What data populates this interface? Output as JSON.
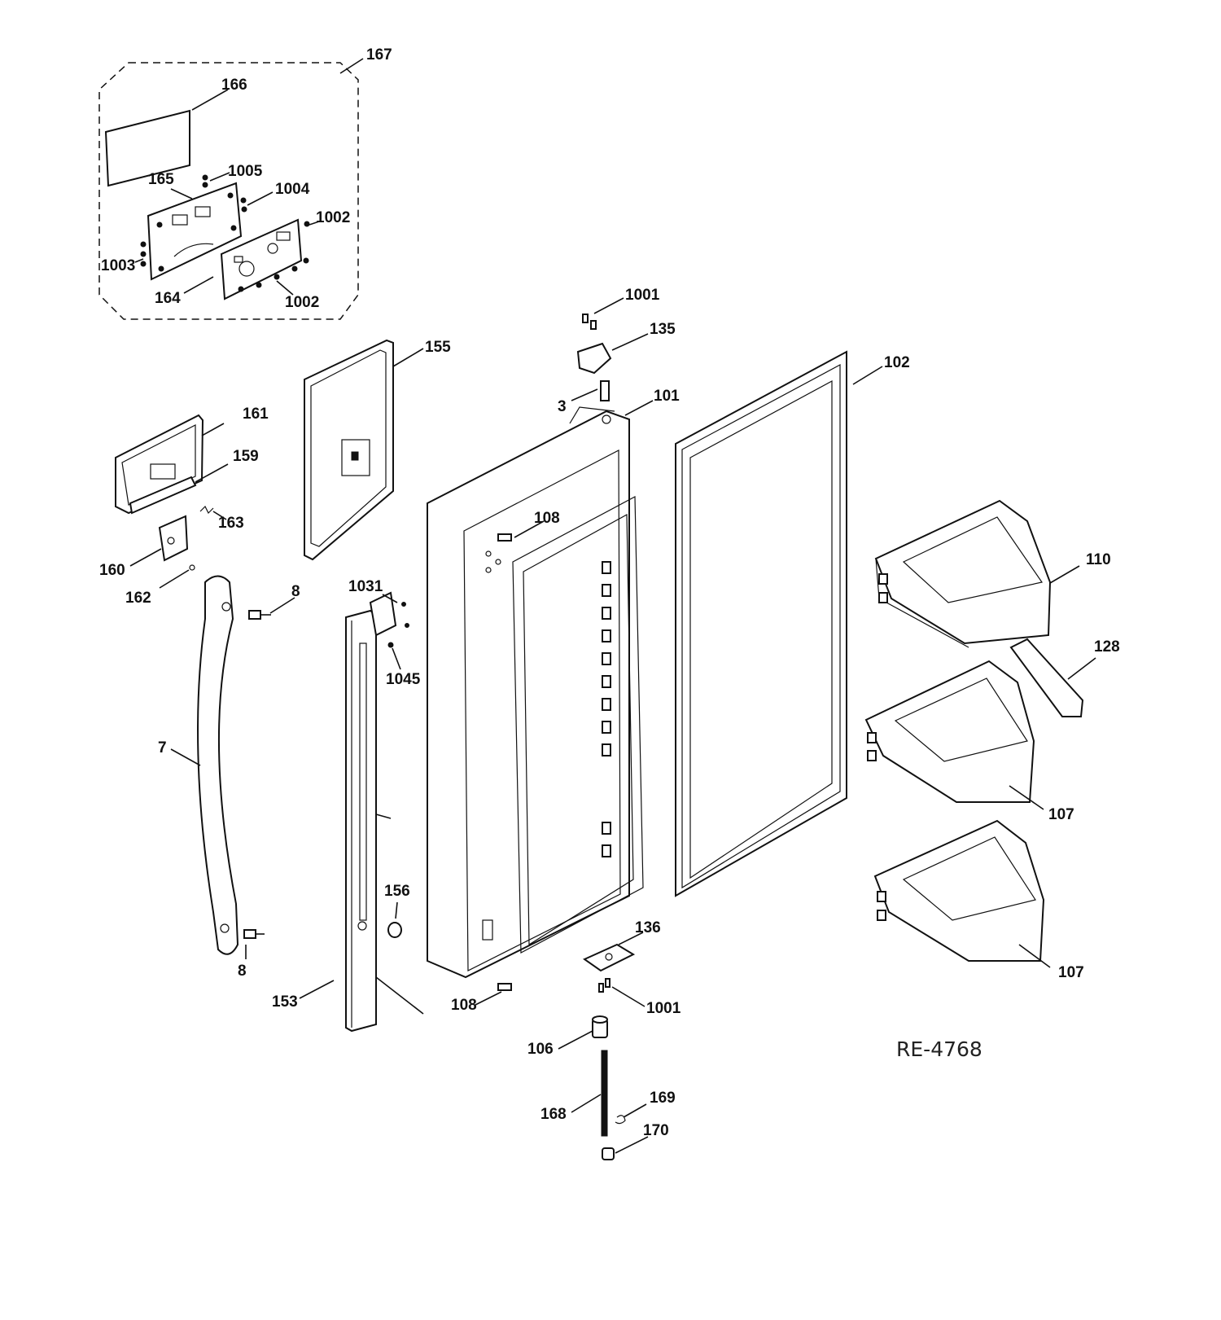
{
  "diagram_code": "RE-4768",
  "callouts": {
    "c167": "167",
    "c166": "166",
    "c165": "165",
    "c1005": "1005",
    "c1004": "1004",
    "c1002a": "1002",
    "c1003": "1003",
    "c164": "164",
    "c1002b": "1002",
    "c1001a": "1001",
    "c135": "135",
    "c155": "155",
    "c102": "102",
    "c3": "3",
    "c101": "101",
    "c161": "161",
    "c159": "159",
    "c163": "163",
    "c108a": "108",
    "c160": "160",
    "c162": "162",
    "c110": "110",
    "c8a": "8",
    "c1031": "1031",
    "c128": "128",
    "c1045": "1045",
    "c7": "7",
    "c107a": "107",
    "c156": "156",
    "c107b": "107",
    "c136": "136",
    "c8b": "8",
    "c153": "153",
    "c108b": "108",
    "c1001b": "1001",
    "c106": "106",
    "c169": "169",
    "c168": "168",
    "c170": "170"
  }
}
